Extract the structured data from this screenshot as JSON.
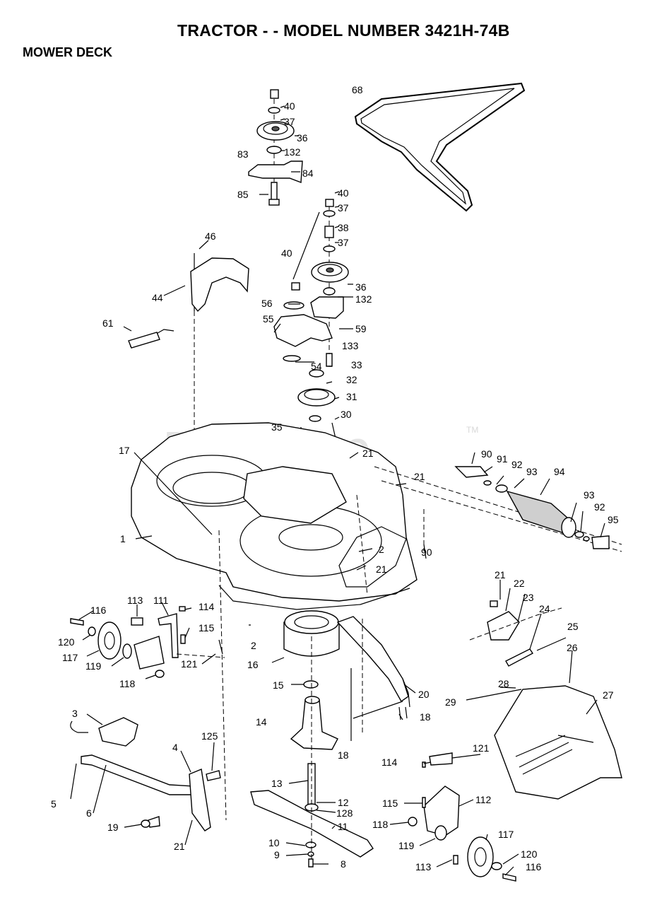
{
  "header": {
    "title": "TRACTOR - - MODEL NUMBER 3421H-74B",
    "section": "MOWER DECK"
  },
  "watermark": {
    "text": "PartsTree",
    "tm": "TM"
  },
  "callouts": [
    {
      "id": "c-40-top",
      "text": "40"
    },
    {
      "id": "c-37-top",
      "text": "37"
    },
    {
      "id": "c-36-top",
      "text": "36"
    },
    {
      "id": "c-83",
      "text": "83"
    },
    {
      "id": "c-132-top",
      "text": "132"
    },
    {
      "id": "c-84",
      "text": "84"
    },
    {
      "id": "c-85",
      "text": "85"
    },
    {
      "id": "c-68",
      "text": "68"
    },
    {
      "id": "c-40-mid",
      "text": "40"
    },
    {
      "id": "c-37-mid",
      "text": "37"
    },
    {
      "id": "c-38",
      "text": "38"
    },
    {
      "id": "c-37-mid2",
      "text": "37"
    },
    {
      "id": "c-40-left",
      "text": "40"
    },
    {
      "id": "c-36-mid",
      "text": "36"
    },
    {
      "id": "c-132-mid",
      "text": "132"
    },
    {
      "id": "c-46",
      "text": "46"
    },
    {
      "id": "c-44",
      "text": "44"
    },
    {
      "id": "c-56",
      "text": "56"
    },
    {
      "id": "c-55",
      "text": "55"
    },
    {
      "id": "c-59",
      "text": "59"
    },
    {
      "id": "c-61",
      "text": "61"
    },
    {
      "id": "c-133",
      "text": "133"
    },
    {
      "id": "c-54",
      "text": "54"
    },
    {
      "id": "c-33",
      "text": "33"
    },
    {
      "id": "c-32",
      "text": "32"
    },
    {
      "id": "c-31",
      "text": "31"
    },
    {
      "id": "c-30",
      "text": "30"
    },
    {
      "id": "c-35",
      "text": "35"
    },
    {
      "id": "c-17",
      "text": "17"
    },
    {
      "id": "c-21-a",
      "text": "21"
    },
    {
      "id": "c-90-a",
      "text": "90"
    },
    {
      "id": "c-91",
      "text": "91"
    },
    {
      "id": "c-92-a",
      "text": "92"
    },
    {
      "id": "c-93-a",
      "text": "93"
    },
    {
      "id": "c-94",
      "text": "94"
    },
    {
      "id": "c-21-b",
      "text": "21"
    },
    {
      "id": "c-93-b",
      "text": "93"
    },
    {
      "id": "c-92-b",
      "text": "92"
    },
    {
      "id": "c-95",
      "text": "95"
    },
    {
      "id": "c-1",
      "text": "1"
    },
    {
      "id": "c-2-a",
      "text": "2"
    },
    {
      "id": "c-21-c",
      "text": "21"
    },
    {
      "id": "c-90-b",
      "text": "90"
    },
    {
      "id": "c-21-d",
      "text": "21"
    },
    {
      "id": "c-22",
      "text": "22"
    },
    {
      "id": "c-23",
      "text": "23"
    },
    {
      "id": "c-24",
      "text": "24"
    },
    {
      "id": "c-25",
      "text": "25"
    },
    {
      "id": "c-26",
      "text": "26"
    },
    {
      "id": "c-113-a",
      "text": "113"
    },
    {
      "id": "c-111",
      "text": "111"
    },
    {
      "id": "c-114-a",
      "text": "114"
    },
    {
      "id": "c-116-a",
      "text": "116"
    },
    {
      "id": "c-115-a",
      "text": "115"
    },
    {
      "id": "c-120-a",
      "text": "120"
    },
    {
      "id": "c-2-b",
      "text": "2"
    },
    {
      "id": "c-117-a",
      "text": "117"
    },
    {
      "id": "c-119-a",
      "text": "119"
    },
    {
      "id": "c-121-a",
      "text": "121"
    },
    {
      "id": "c-16",
      "text": "16"
    },
    {
      "id": "c-118-a",
      "text": "118"
    },
    {
      "id": "c-15",
      "text": "15"
    },
    {
      "id": "c-20",
      "text": "20"
    },
    {
      "id": "c-28",
      "text": "28"
    },
    {
      "id": "c-27",
      "text": "27"
    },
    {
      "id": "c-29",
      "text": "29"
    },
    {
      "id": "c-14",
      "text": "14"
    },
    {
      "id": "c-18-a",
      "text": "18"
    },
    {
      "id": "c-18-b",
      "text": "18"
    },
    {
      "id": "c-3",
      "text": "3"
    },
    {
      "id": "c-4",
      "text": "4"
    },
    {
      "id": "c-125",
      "text": "125"
    },
    {
      "id": "c-114-b",
      "text": "114"
    },
    {
      "id": "c-121-b",
      "text": "121"
    },
    {
      "id": "c-5",
      "text": "5"
    },
    {
      "id": "c-13",
      "text": "13"
    },
    {
      "id": "c-6",
      "text": "6"
    },
    {
      "id": "c-12",
      "text": "12"
    },
    {
      "id": "c-115-b",
      "text": "115"
    },
    {
      "id": "c-112",
      "text": "112"
    },
    {
      "id": "c-128",
      "text": "128"
    },
    {
      "id": "c-19",
      "text": "19"
    },
    {
      "id": "c-11",
      "text": "11"
    },
    {
      "id": "c-118-b",
      "text": "118"
    },
    {
      "id": "c-117-b",
      "text": "117"
    },
    {
      "id": "c-21-e",
      "text": "21"
    },
    {
      "id": "c-10",
      "text": "10"
    },
    {
      "id": "c-119-b",
      "text": "119"
    },
    {
      "id": "c-120-b",
      "text": "120"
    },
    {
      "id": "c-9",
      "text": "9"
    },
    {
      "id": "c-8",
      "text": "8"
    },
    {
      "id": "c-113-b",
      "text": "113"
    },
    {
      "id": "c-116-b",
      "text": "116"
    }
  ]
}
